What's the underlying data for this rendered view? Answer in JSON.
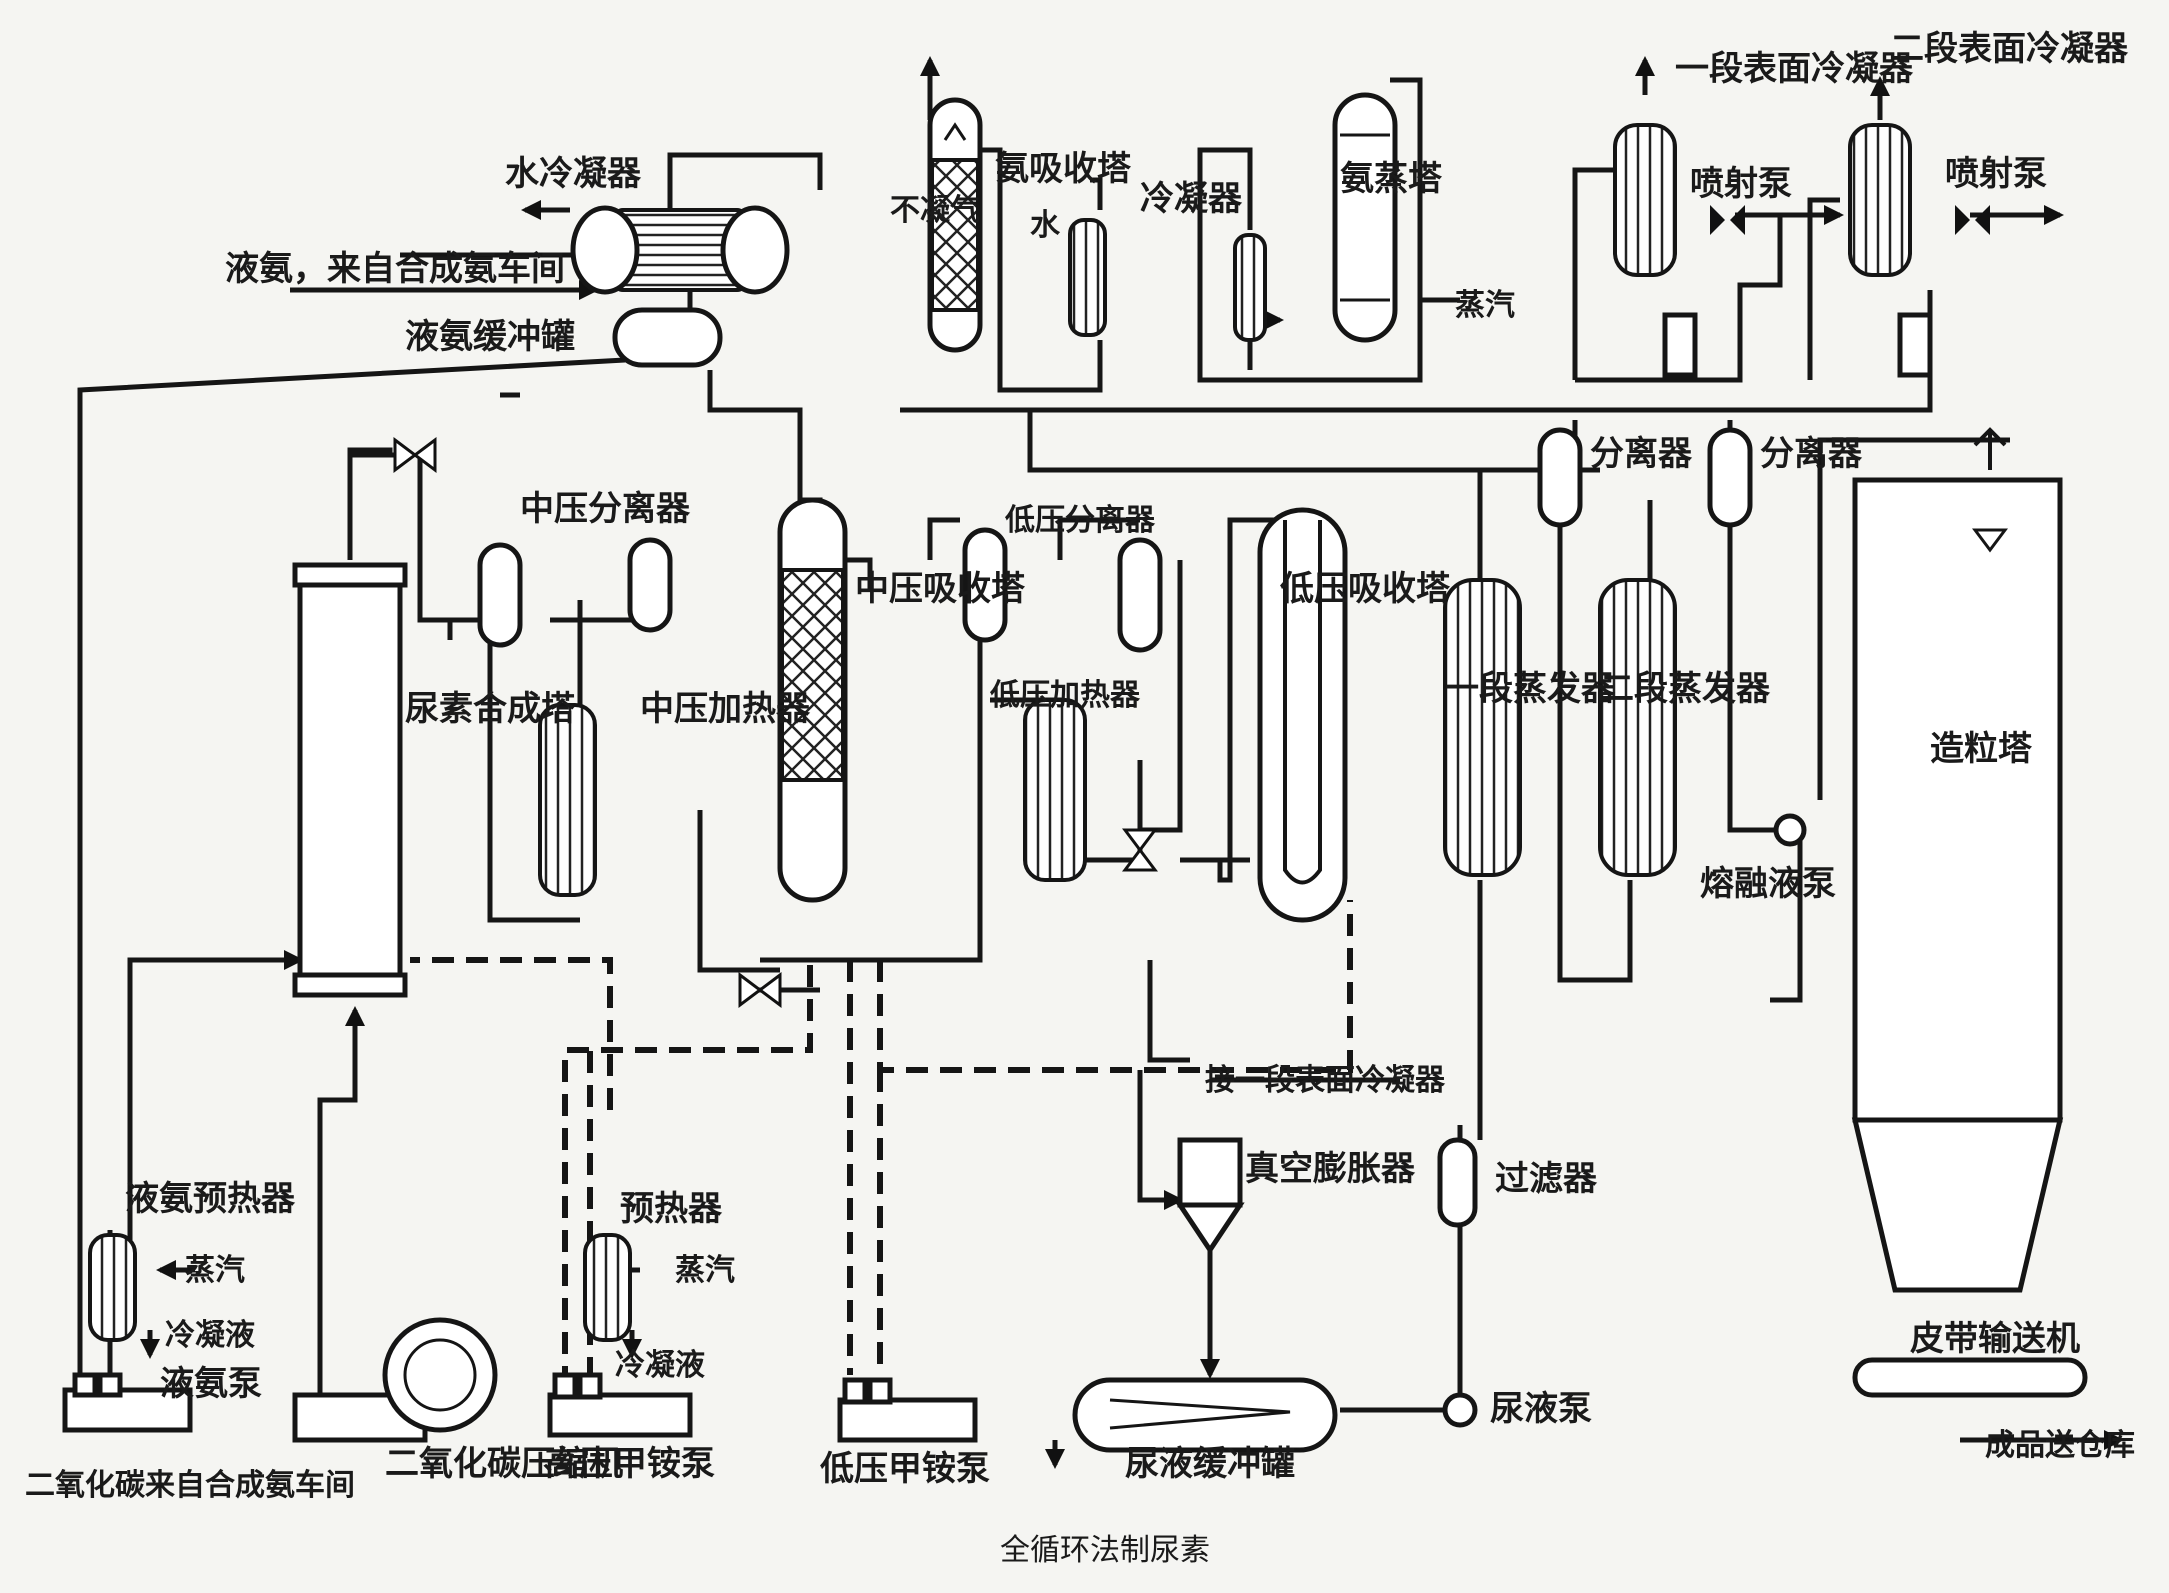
{
  "caption": "全循环法制尿素",
  "labels": {
    "water_condenser": "水冷凝器",
    "liquid_ammonia_inlet": "液氨，来自合成氨车间",
    "liquid_ammonia_buffer_tank": "液氨缓冲罐",
    "non_condensable_gas": "不凝气",
    "ammonia_absorber": "氨吸收塔",
    "water": "水",
    "condenser": "冷凝器",
    "ammonia_stripper": "氨蒸塔",
    "steam_stripper": "蒸汽",
    "stage1_condenser": "一段表面冷凝器",
    "stage2_condenser": "二段表面冷凝器",
    "ejector_1": "喷射泵",
    "ejector_2": "喷射泵",
    "separator_1": "分离器",
    "separator_2": "分离器",
    "mp_separator": "中压分离器",
    "mp_heater": "中压加热器",
    "mp_absorber": "中压吸收塔",
    "urea_synthesis_tower": "尿素合成塔",
    "lp_separator": "低压分离器",
    "lp_heater": "低压加热器",
    "lp_absorber": "低压吸收塔",
    "stage1_evaporator": "一段蒸发器",
    "stage2_evaporator": "二段蒸发器",
    "melt_pump": "熔融液泵",
    "prilling_tower": "造粒塔",
    "to_stage1_condenser": "接一段表面冷凝器",
    "vacuum_expander": "真空膨胀器",
    "filter": "过滤器",
    "urea_solution_pump": "尿液泵",
    "urea_solution_tank": "尿液缓冲罐",
    "belt_conveyor": "皮带输送机",
    "product_to_warehouse": "成品送仓库",
    "ammonia_preheater": "液氨预热器",
    "steam_1": "蒸汽",
    "condensate_1": "冷凝液",
    "ammonia_pump": "液氨泵",
    "preheater": "预热器",
    "steam_2": "蒸汽",
    "condensate_2": "冷凝液",
    "co2_inlet": "二氧化碳来自合成氨车间",
    "co2_compressor": "二氧化碳压缩机",
    "hp_carbamate_pump": "高压甲铵泵",
    "lp_carbamate_pump": "低压甲铵泵"
  }
}
